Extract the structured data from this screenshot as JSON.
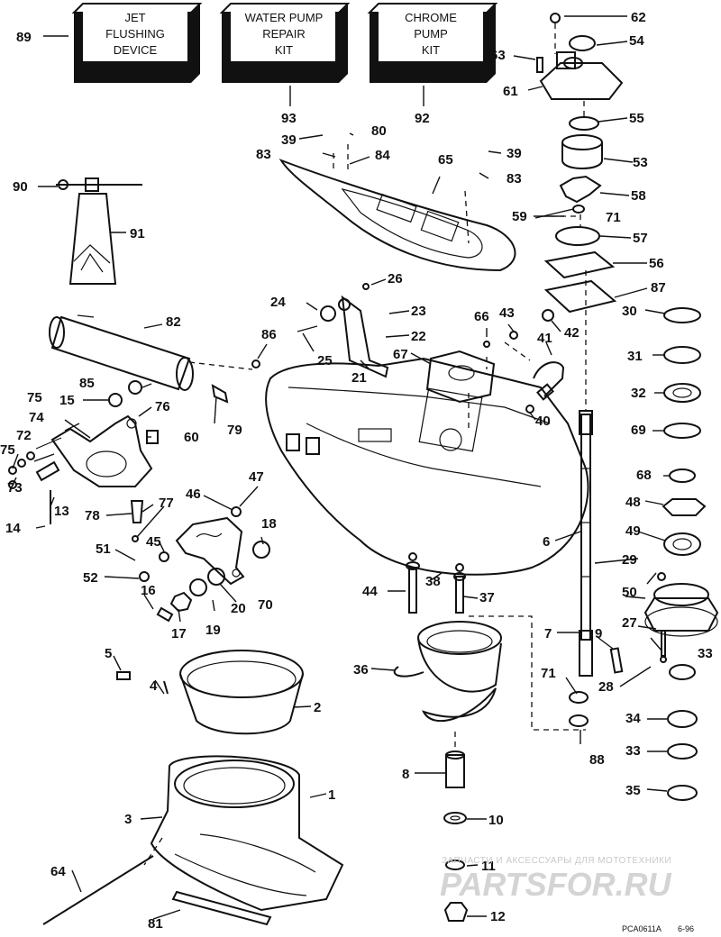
{
  "kits": [
    {
      "lines": [
        "JET",
        "FLUSHING",
        "DEVICE"
      ],
      "number": "89"
    },
    {
      "lines": [
        "WATER PUMP",
        "REPAIR",
        "KIT"
      ],
      "number": "93"
    },
    {
      "lines": [
        "CHROME",
        "PUMP",
        "KIT"
      ],
      "number": "92"
    }
  ],
  "callouts": [
    "1",
    "2",
    "3",
    "4",
    "5",
    "6",
    "7",
    "8",
    "9",
    "10",
    "11",
    "12",
    "13",
    "14",
    "15",
    "16",
    "17",
    "18",
    "19",
    "20",
    "21",
    "22",
    "23",
    "24",
    "25",
    "26",
    "27",
    "28",
    "29",
    "30",
    "31",
    "32",
    "33",
    "33",
    "34",
    "35",
    "36",
    "37",
    "38",
    "39",
    "39",
    "40",
    "41",
    "42",
    "43",
    "44",
    "45",
    "46",
    "47",
    "48",
    "49",
    "50",
    "51",
    "52",
    "53",
    "54",
    "55",
    "56",
    "57",
    "58",
    "59",
    "60",
    "61",
    "62",
    "63",
    "64",
    "65",
    "66",
    "67",
    "68",
    "69",
    "70",
    "71",
    "71",
    "72",
    "73",
    "74",
    "75",
    "75",
    "76",
    "77",
    "78",
    "79",
    "80",
    "81",
    "82",
    "83",
    "83",
    "84",
    "85",
    "86",
    "87",
    "88",
    "90",
    "91"
  ],
  "watermark": {
    "tagline": "ЗАПЧАСТИ И АКСЕССУАРЫ ДЛЯ МОТОТЕХНИКИ",
    "brand": "PARTSFOR.RU"
  },
  "figure_code": "PCA0611A",
  "figure_date": "6-96"
}
